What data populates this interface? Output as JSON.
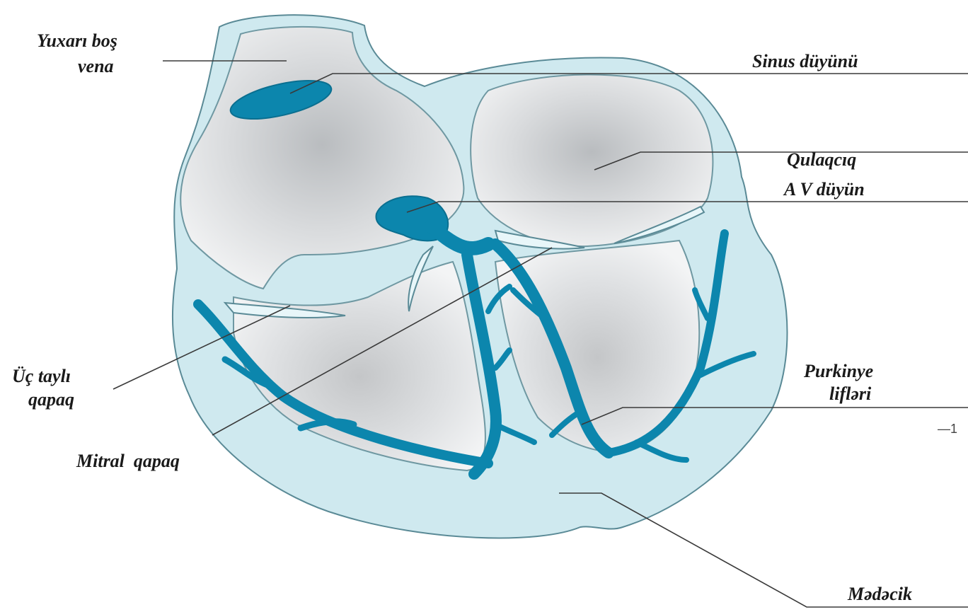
{
  "colors": {
    "wall": "#cfe9ef",
    "chamber": "#e3e5e7",
    "conduction": "#0c86ad",
    "label": "#1a1a1a"
  },
  "labels": {
    "yuxari_bos_vena_line1": "Yuxarı boş",
    "yuxari_bos_vena_line2": "vena",
    "sinus_duyunu": "Sinus düyünü",
    "qulaqciq": "Qulaqcıq",
    "av_duyun": "A V düyün",
    "uc_tayli_qapaq_line1": "Üç taylı",
    "uc_tayli_qapaq_line2": "qapaq",
    "purkinye_lifleri_line1": "Purkinye",
    "purkinye_lifleri_line2": "lifləri",
    "mitral_qapaq": "Mitral  qapaq",
    "medecik": "Mədəcik",
    "edge_mark": "—1"
  }
}
